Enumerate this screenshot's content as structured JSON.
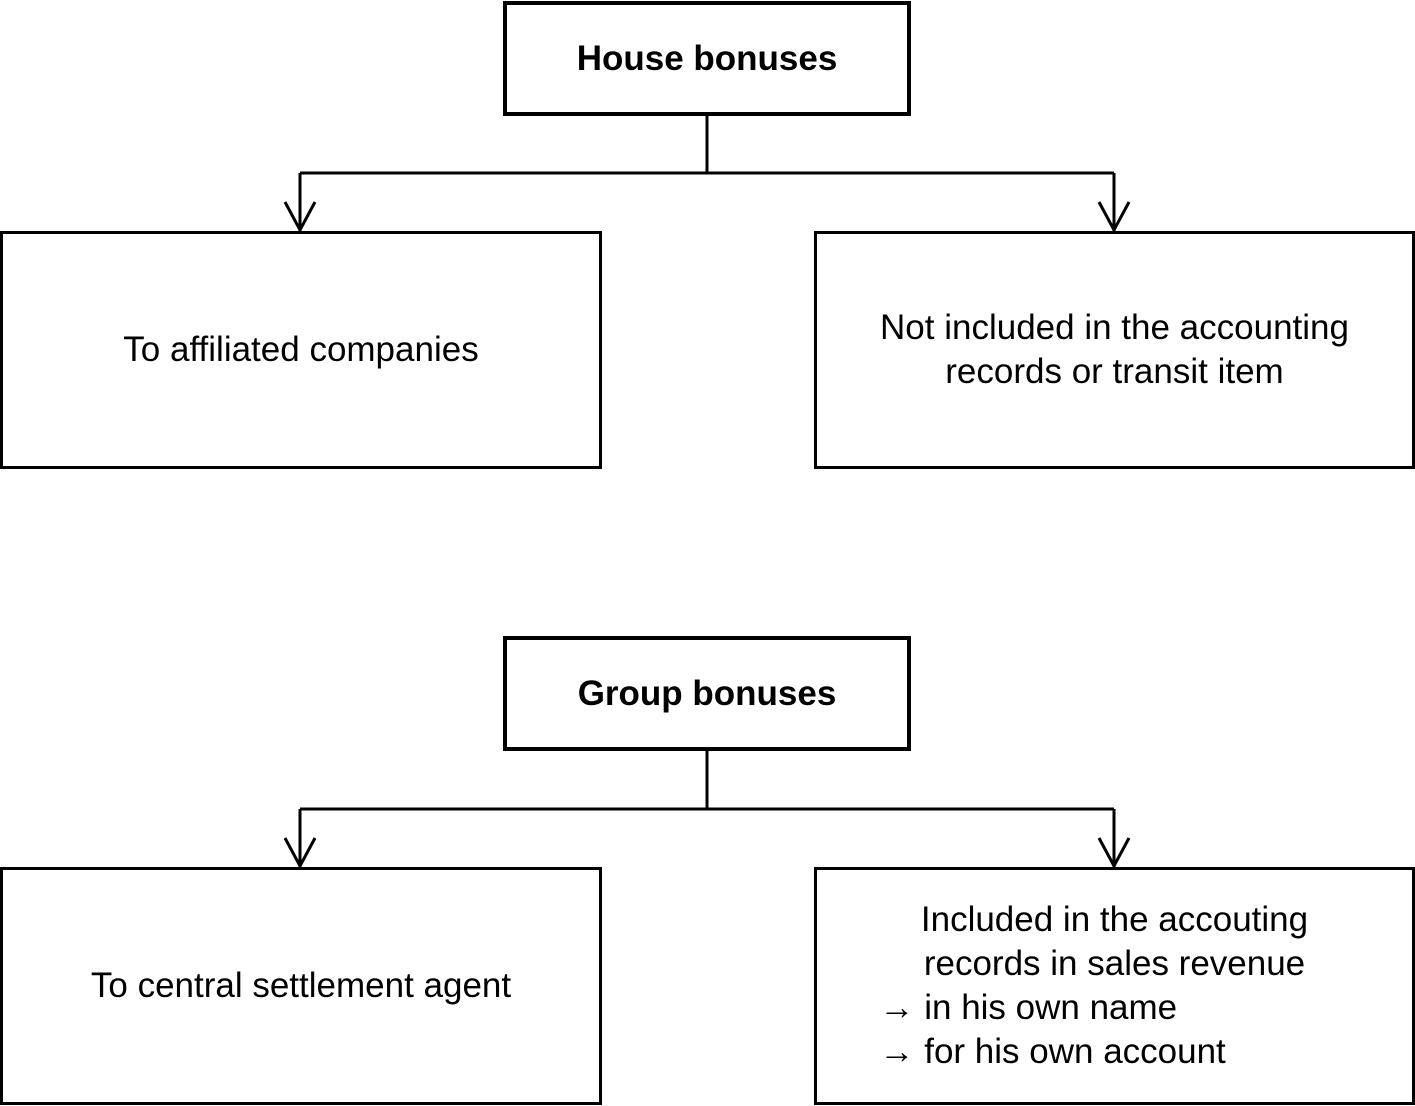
{
  "diagram": {
    "top": {
      "root": {
        "label": "House bonuses"
      },
      "left": {
        "label": "To affiliated companies"
      },
      "right": {
        "label": "Not included in the accounting\nrecords or transit item"
      }
    },
    "bottom": {
      "root": {
        "label": "Group bonuses"
      },
      "left": {
        "label": "To central settlement agent"
      },
      "right": {
        "line1": "Included in the accouting",
        "line2": "records in sales revenue",
        "bullet1": "→ in his own name",
        "bullet2": "→ for his own account"
      }
    },
    "colors": {
      "stroke": "#000000",
      "background": "#ffffff"
    }
  }
}
